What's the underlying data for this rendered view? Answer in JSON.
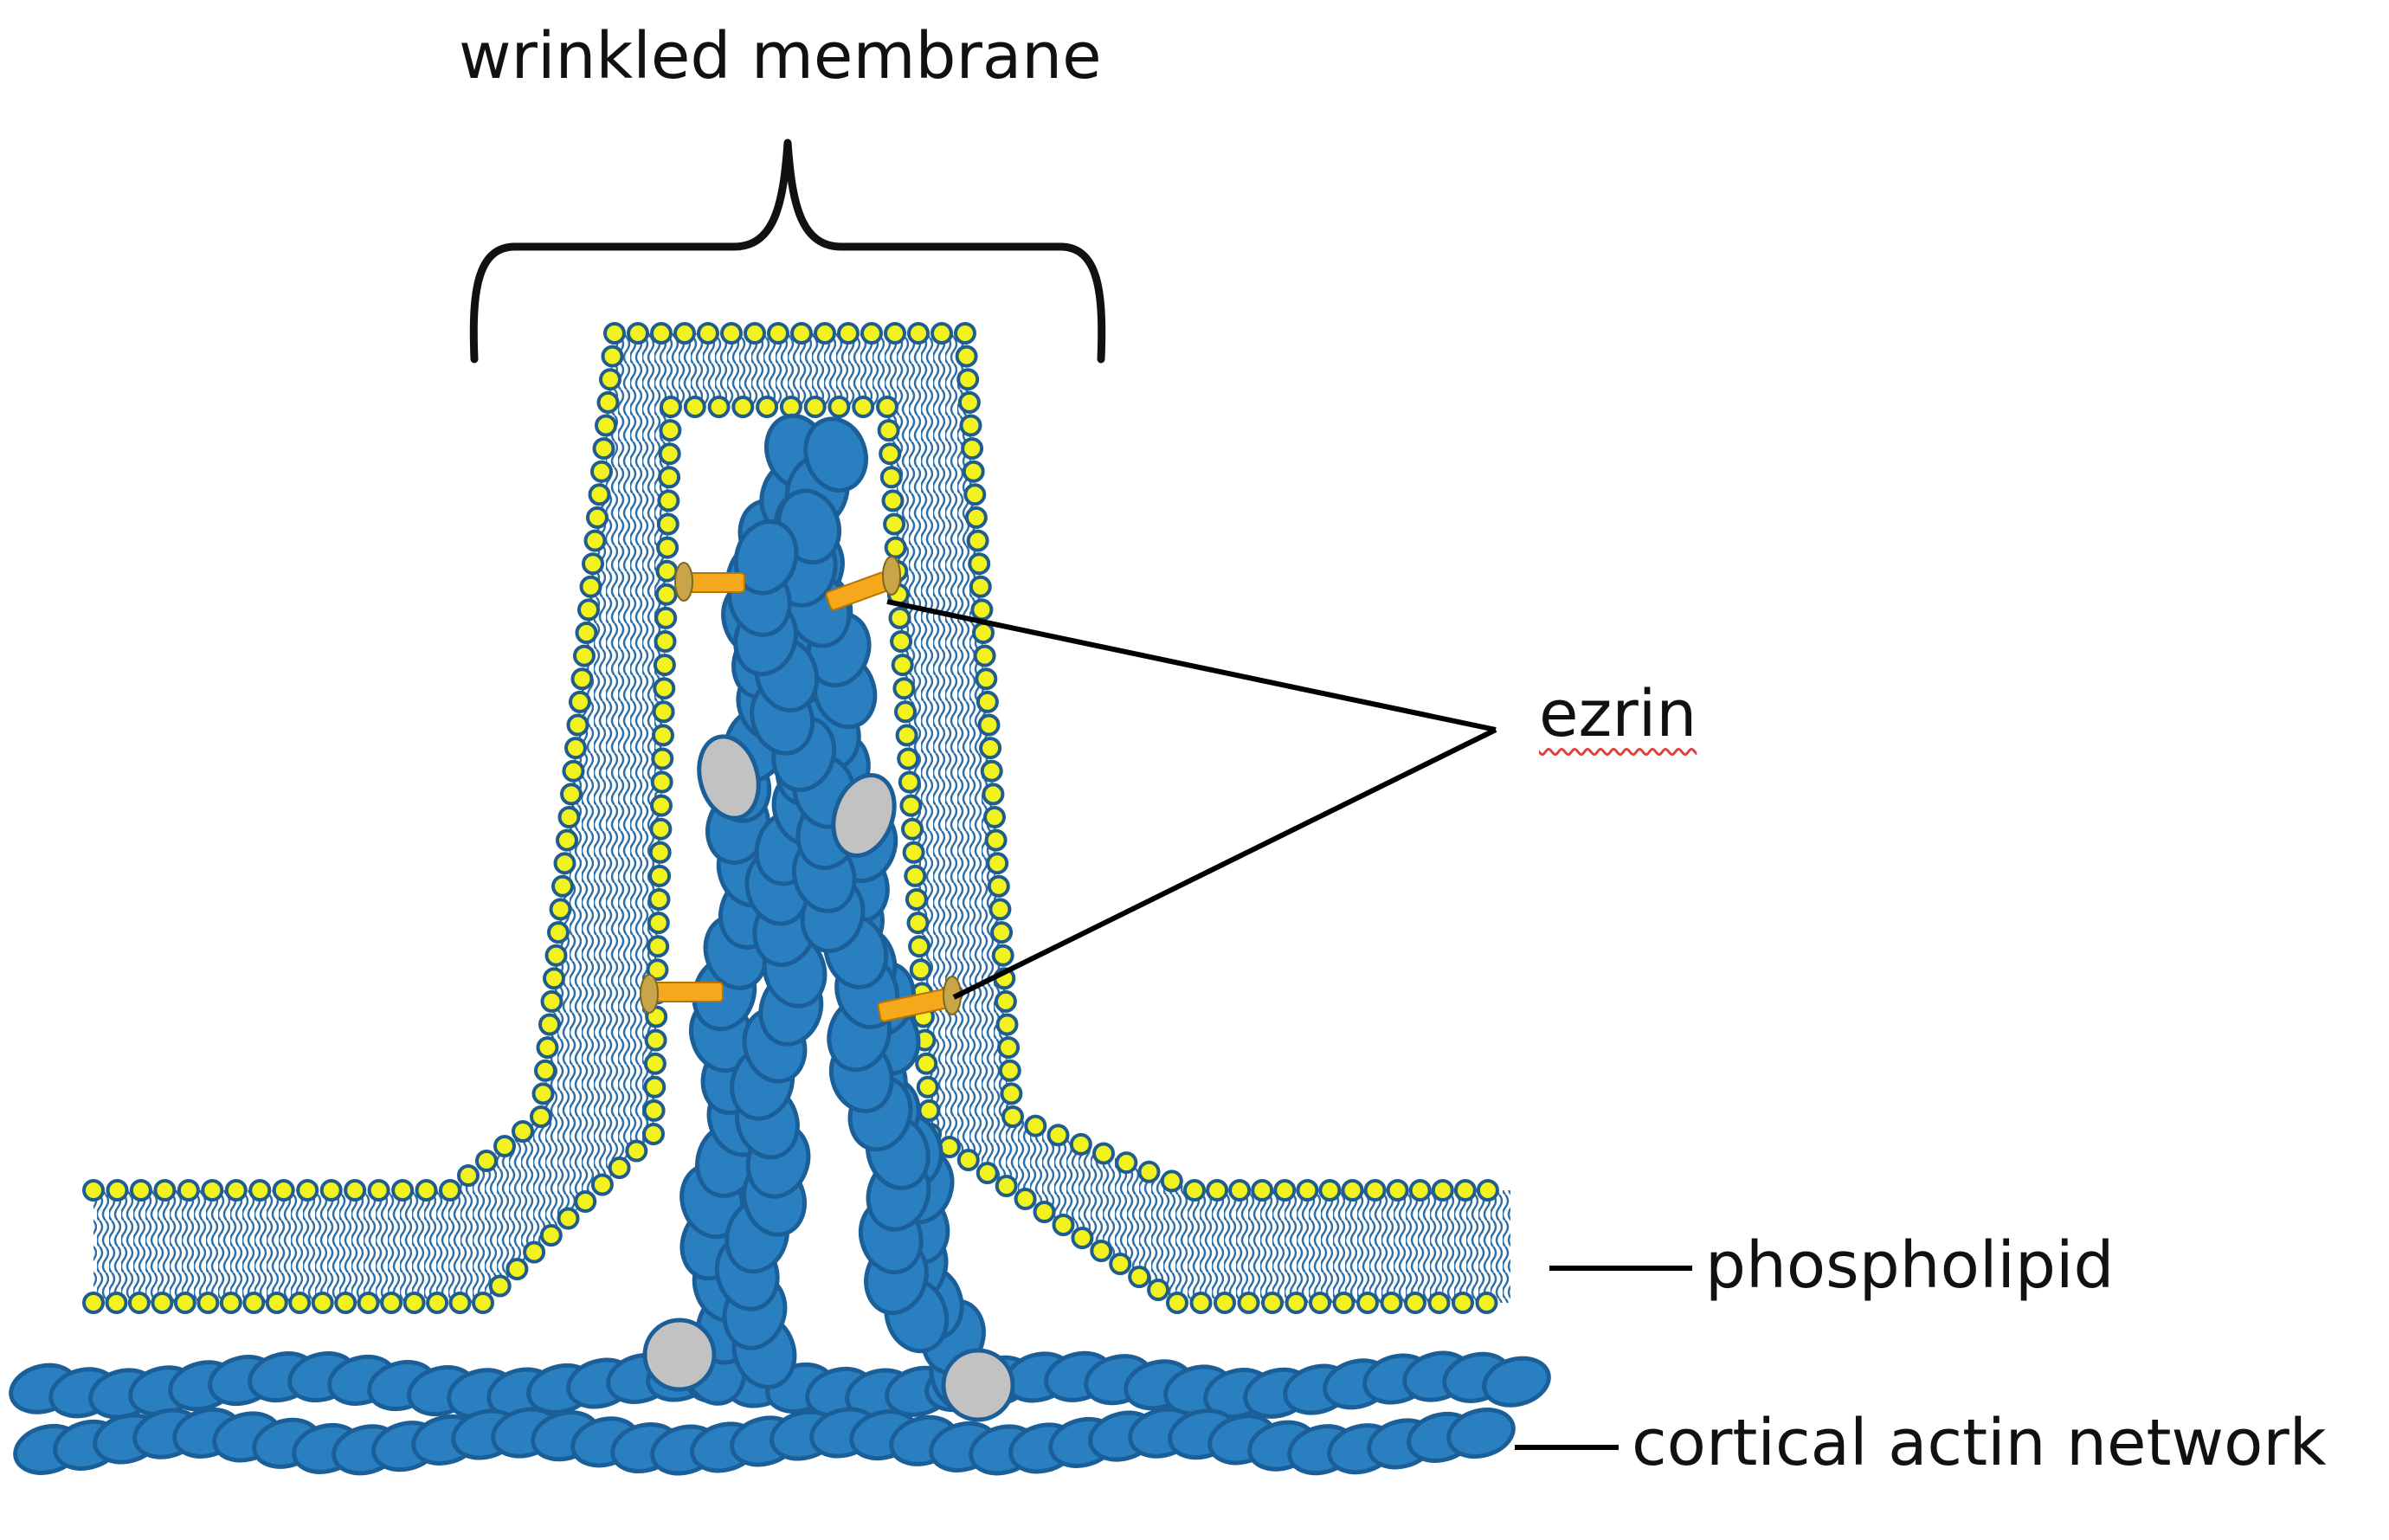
{
  "labels": {
    "title": "wrinkled membrane",
    "ezrin": "ezrin",
    "phospholipid": "phospholipid",
    "actin": "cortical actin network"
  },
  "colors": {
    "actin_fill": "#2a7fc1",
    "actin_stroke": "#1b5f99",
    "gray_bead": "#c2c2c2",
    "head_fill": "#f2f21e",
    "head_stroke": "#1f5d8f",
    "lipid_tail": "#2f6ea3",
    "ezrin": "#f5a81c",
    "line": "#000000"
  }
}
